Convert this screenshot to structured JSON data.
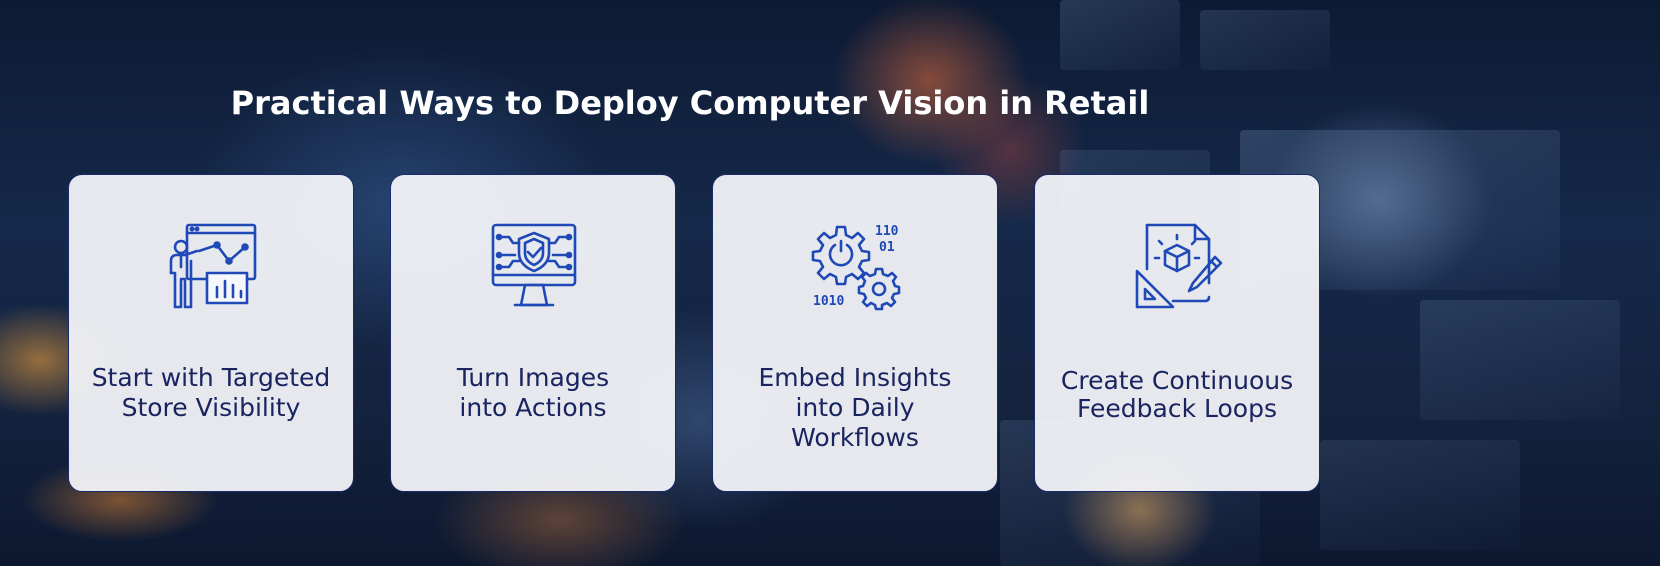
{
  "page": {
    "title": "Practical Ways to Deploy Computer Vision in Retail"
  },
  "colors": {
    "title_text": "#ffffff",
    "card_background": "#f6f7fb",
    "card_border": "#1b2a6b",
    "card_text": "#1a2460",
    "icon_stroke": "#1f49b6"
  },
  "cards": [
    {
      "label": "Start with Targeted\nStore Visibility",
      "icon": "presenter-chart-icon"
    },
    {
      "label": "Turn Images\ninto Actions",
      "icon": "shield-monitor-icon"
    },
    {
      "label": "Embed Insights\ninto Daily\nWorkflows",
      "icon": "gears-binary-icon"
    },
    {
      "label": "Create Continuous\nFeedback Loops",
      "icon": "design-document-icon"
    }
  ]
}
